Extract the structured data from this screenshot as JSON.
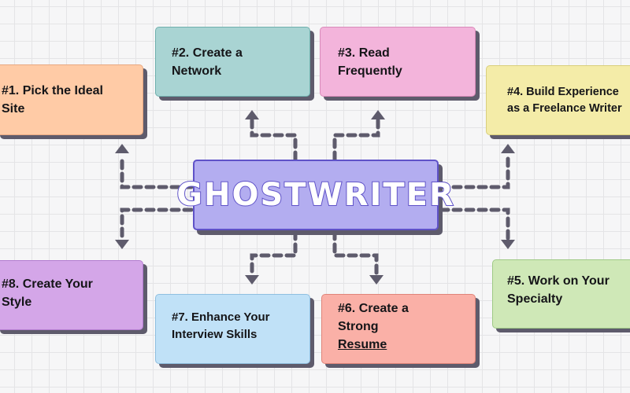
{
  "center": {
    "title": "GHOSTWRITER",
    "color": "#b3adf0"
  },
  "steps": [
    {
      "line1": "#1. Pick the Ideal",
      "line2": "Site",
      "color": "#ffcba6"
    },
    {
      "line1": "#2. Create a",
      "line2": "Network",
      "color": "#a9d4d3"
    },
    {
      "line1": "#3. Read",
      "line2": "Frequently",
      "color": "#f3b4db"
    },
    {
      "line1": "#4. Build Experience",
      "line2": "as a Freelance Writer",
      "color": "#f4eca8"
    },
    {
      "line1": "#5. Work on Your",
      "line2": "Specialty",
      "color": "#cfe8b7"
    },
    {
      "line1": "#6. Create a",
      "line2_prefix": "Strong ",
      "line2_link": "Resume",
      "color": "#fab0a7"
    },
    {
      "line1": "#7. Enhance Your",
      "line2": "Interview Skills",
      "color": "#c0e1f7"
    },
    {
      "line1": "#8. Create Your",
      "line2": "Style",
      "color": "#d4a6e8"
    }
  ]
}
